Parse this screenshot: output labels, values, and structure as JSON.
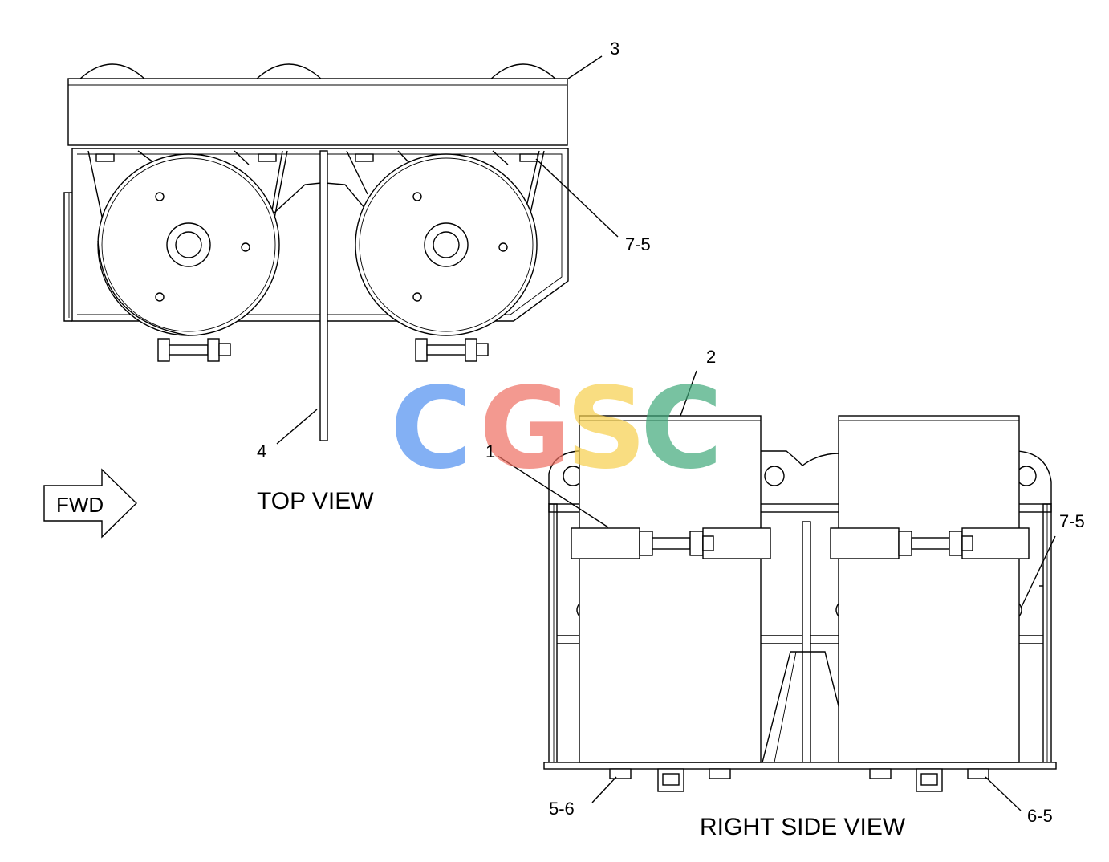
{
  "labels": {
    "part_3": "3",
    "part_7_5_top": "7-5",
    "part_4": "4",
    "part_2": "2",
    "part_1": "1",
    "part_7_5_side": "7-5",
    "part_5_6": "5-6",
    "part_6_5": "6-5"
  },
  "views": {
    "top": "TOP VIEW",
    "right_side": "RIGHT SIDE VIEW"
  },
  "direction": {
    "fwd": "FWD"
  },
  "watermark": {
    "letters": [
      "C",
      "G",
      "S",
      "C"
    ],
    "colors": [
      "#4f8ff0",
      "#ef6f62",
      "#f7d04c",
      "#3fa97a"
    ]
  }
}
